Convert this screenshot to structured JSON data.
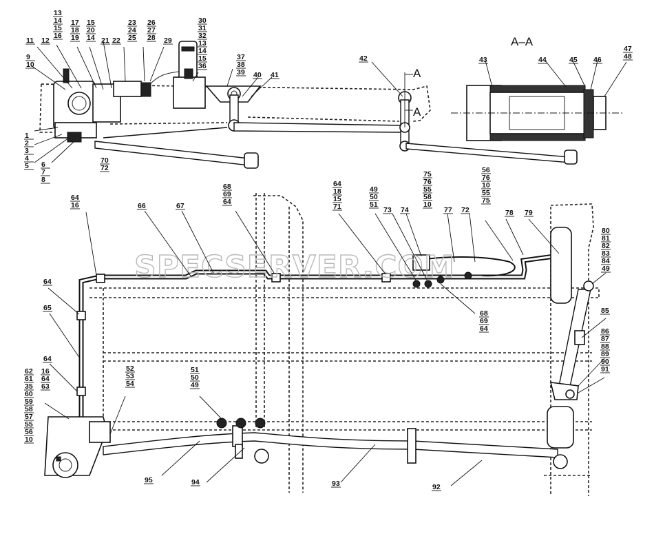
{
  "section_title": "A–A",
  "section_markers": [
    "A",
    "A"
  ],
  "watermark": "SPECSERVER.COM",
  "callouts": [
    {
      "id": "c-top-a",
      "lines": [
        "13",
        "14",
        "15",
        "16"
      ]
    },
    {
      "id": "c-top-b",
      "lines": [
        "17",
        "18",
        "19"
      ]
    },
    {
      "id": "c-top-c",
      "lines": [
        "15",
        "20",
        "14"
      ]
    },
    {
      "id": "c-top-d",
      "lines": [
        "21"
      ]
    },
    {
      "id": "c-top-e",
      "lines": [
        "22"
      ]
    },
    {
      "id": "c-top-f",
      "lines": [
        "23",
        "24",
        "25"
      ]
    },
    {
      "id": "c-top-g",
      "lines": [
        "26",
        "27",
        "28"
      ]
    },
    {
      "id": "c-top-h",
      "lines": [
        "29"
      ]
    },
    {
      "id": "c-top-i",
      "lines": [
        "30",
        "31",
        "32",
        "13",
        "14",
        "15",
        "36"
      ]
    },
    {
      "id": "c-top-j",
      "lines": [
        "37",
        "38",
        "39"
      ]
    },
    {
      "id": "c-top-k",
      "lines": [
        "40"
      ]
    },
    {
      "id": "c-top-l",
      "lines": [
        "41"
      ]
    },
    {
      "id": "c-top-m",
      "lines": [
        "11"
      ]
    },
    {
      "id": "c-top-n",
      "lines": [
        "12"
      ]
    },
    {
      "id": "c-top-o",
      "lines": [
        "9",
        "10"
      ]
    },
    {
      "id": "c-left-a",
      "lines": [
        "1",
        "2",
        "3",
        "4",
        "5"
      ]
    },
    {
      "id": "c-left-b",
      "lines": [
        "6",
        "7",
        "8"
      ]
    },
    {
      "id": "c-left-c",
      "lines": [
        "70",
        "72"
      ]
    },
    {
      "id": "c-42",
      "lines": [
        "42"
      ]
    },
    {
      "id": "c-43",
      "lines": [
        "43"
      ]
    },
    {
      "id": "c-44",
      "lines": [
        "44"
      ]
    },
    {
      "id": "c-45",
      "lines": [
        "45"
      ]
    },
    {
      "id": "c-46",
      "lines": [
        "46"
      ]
    },
    {
      "id": "c-47",
      "lines": [
        "47",
        "48"
      ]
    },
    {
      "id": "c-64a",
      "lines": [
        "64",
        "16"
      ]
    },
    {
      "id": "c-66",
      "lines": [
        "66"
      ]
    },
    {
      "id": "c-67",
      "lines": [
        "67"
      ]
    },
    {
      "id": "c-68a",
      "lines": [
        "68",
        "69",
        "64"
      ]
    },
    {
      "id": "c-64b",
      "lines": [
        "64",
        "18",
        "15",
        "71"
      ]
    },
    {
      "id": "c-49a",
      "lines": [
        "49",
        "50",
        "51"
      ]
    },
    {
      "id": "c-73",
      "lines": [
        "73"
      ]
    },
    {
      "id": "c-74",
      "lines": [
        "74"
      ]
    },
    {
      "id": "c-75a",
      "lines": [
        "75",
        "76",
        "55",
        "58",
        "10"
      ]
    },
    {
      "id": "c-77",
      "lines": [
        "77"
      ]
    },
    {
      "id": "c-72b",
      "lines": [
        "72"
      ]
    },
    {
      "id": "c-56",
      "lines": [
        "56",
        "76",
        "10",
        "55",
        "75"
      ]
    },
    {
      "id": "c-78",
      "lines": [
        "78"
      ]
    },
    {
      "id": "c-79",
      "lines": [
        "79"
      ]
    },
    {
      "id": "c-80",
      "lines": [
        "80",
        "81",
        "82",
        "83",
        "84",
        "49"
      ]
    },
    {
      "id": "c-64c",
      "lines": [
        "64"
      ]
    },
    {
      "id": "c-65",
      "lines": [
        "65"
      ]
    },
    {
      "id": "c-68b",
      "lines": [
        "68",
        "69",
        "64"
      ]
    },
    {
      "id": "c-85",
      "lines": [
        "85"
      ]
    },
    {
      "id": "c-86",
      "lines": [
        "86",
        "87",
        "88",
        "89",
        "90",
        "91"
      ]
    },
    {
      "id": "c-64d",
      "lines": [
        "64"
      ]
    },
    {
      "id": "c-62",
      "lines": [
        "62",
        "61",
        "35",
        "60",
        "59",
        "58",
        "57",
        "55",
        "56",
        "10"
      ]
    },
    {
      "id": "c-16b",
      "lines": [
        "16",
        "64",
        "63"
      ]
    },
    {
      "id": "c-52",
      "lines": [
        "52",
        "53",
        "54"
      ]
    },
    {
      "id": "c-51b",
      "lines": [
        "51",
        "50",
        "49"
      ]
    },
    {
      "id": "c-95",
      "lines": [
        "95"
      ]
    },
    {
      "id": "c-94",
      "lines": [
        "94"
      ]
    },
    {
      "id": "c-93",
      "lines": [
        "93"
      ]
    },
    {
      "id": "c-92",
      "lines": [
        "92"
      ]
    }
  ]
}
